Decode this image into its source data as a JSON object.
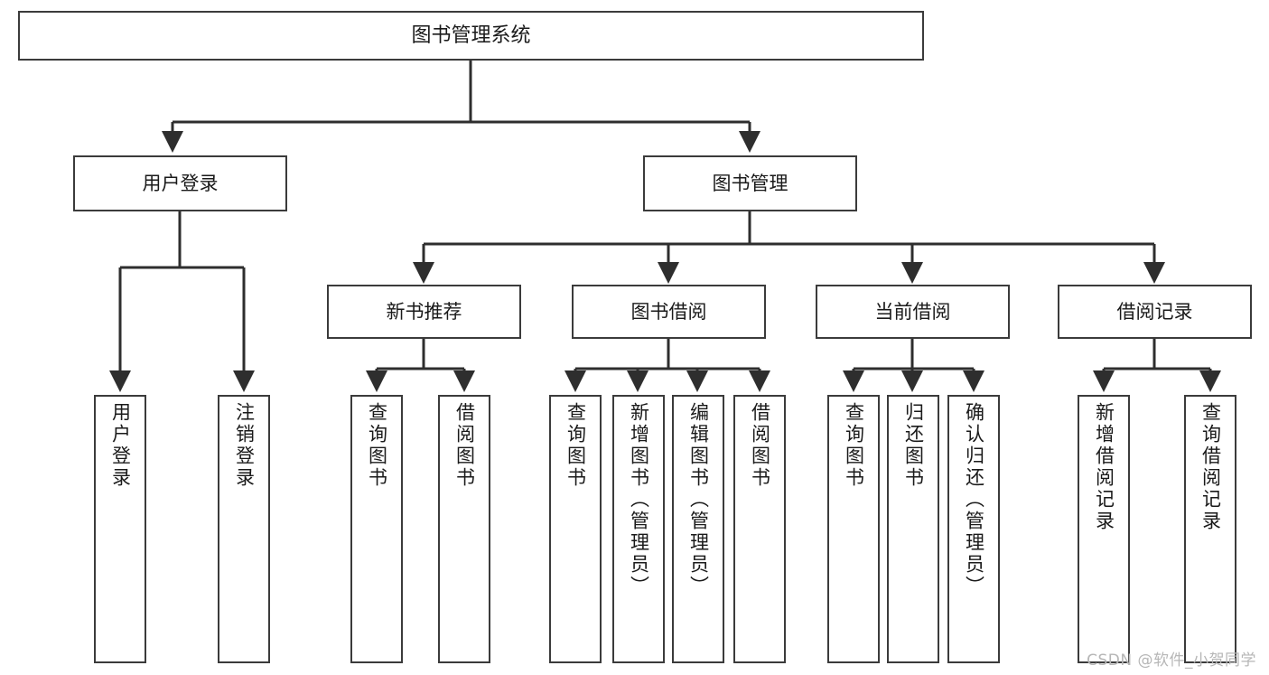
{
  "diagram": {
    "type": "tree",
    "title": "图书管理系统",
    "orientation": "top-down",
    "colors": {
      "box_border": "#3b3b3b",
      "box_fill": "#ffffff",
      "connector": "#2e2e2e",
      "text": "#1a1a1a",
      "watermark": "#b6b6b6",
      "background": "#ffffff"
    },
    "root": {
      "id": "root",
      "label": "图书管理系统",
      "orientation": "horizontal"
    },
    "level2": [
      {
        "id": "user-login",
        "label": "用户登录",
        "orientation": "horizontal"
      },
      {
        "id": "book-manage",
        "label": "图书管理",
        "orientation": "horizontal"
      }
    ],
    "level3": [
      {
        "id": "new-book-recommend",
        "label": "新书推荐",
        "parent": "book-manage",
        "orientation": "horizontal"
      },
      {
        "id": "book-borrow",
        "label": "图书借阅",
        "parent": "book-manage",
        "orientation": "horizontal"
      },
      {
        "id": "current-borrow",
        "label": "当前借阅",
        "parent": "book-manage",
        "orientation": "horizontal"
      },
      {
        "id": "borrow-record",
        "label": "借阅记录",
        "parent": "book-manage",
        "orientation": "horizontal"
      }
    ],
    "leaves": [
      {
        "id": "leaf-user-login",
        "label": "用户登录",
        "parent": "user-login",
        "orientation": "vertical"
      },
      {
        "id": "leaf-user-logout",
        "label": "注销登录",
        "parent": "user-login",
        "orientation": "vertical"
      },
      {
        "id": "leaf-query-book-1",
        "label": "查询图书",
        "parent": "new-book-recommend",
        "orientation": "vertical"
      },
      {
        "id": "leaf-borrow-book-1",
        "label": "借阅图书",
        "parent": "new-book-recommend",
        "orientation": "vertical"
      },
      {
        "id": "leaf-query-book-2",
        "label": "查询图书",
        "parent": "book-borrow",
        "orientation": "vertical"
      },
      {
        "id": "leaf-add-book",
        "label": "新增图书（管理员）",
        "parent": "book-borrow",
        "orientation": "vertical"
      },
      {
        "id": "leaf-edit-book",
        "label": "编辑图书（管理员）",
        "parent": "book-borrow",
        "orientation": "vertical"
      },
      {
        "id": "leaf-borrow-book-2",
        "label": "借阅图书",
        "parent": "book-borrow",
        "orientation": "vertical"
      },
      {
        "id": "leaf-query-book-3",
        "label": "查询图书",
        "parent": "current-borrow",
        "orientation": "vertical"
      },
      {
        "id": "leaf-return-book",
        "label": "归还图书",
        "parent": "current-borrow",
        "orientation": "vertical"
      },
      {
        "id": "leaf-confirm-return",
        "label": "确认归还（管理员）",
        "parent": "current-borrow",
        "orientation": "vertical"
      },
      {
        "id": "leaf-add-record",
        "label": "新增借阅记录",
        "parent": "borrow-record",
        "orientation": "vertical"
      },
      {
        "id": "leaf-query-record",
        "label": "查询借阅记录",
        "parent": "borrow-record",
        "orientation": "vertical"
      }
    ]
  },
  "watermark": {
    "text": "CSDN @软件_小贺同学"
  }
}
